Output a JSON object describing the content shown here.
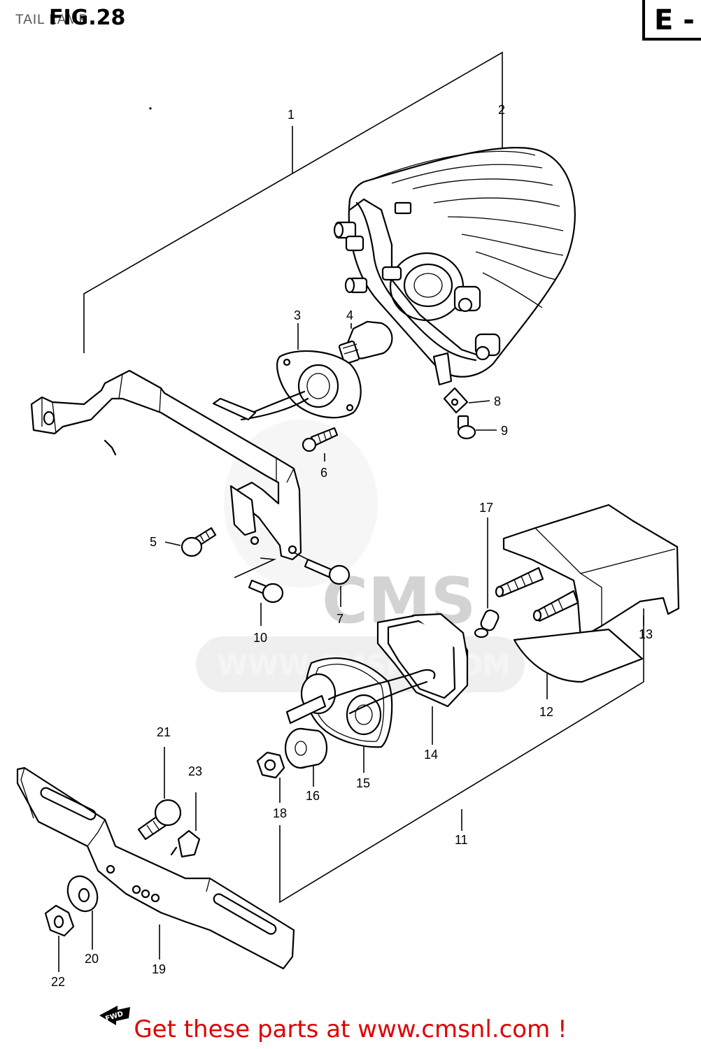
{
  "header": {
    "page_title": "TAIL LAMP",
    "figure": "FIG.28",
    "section_code": "E -"
  },
  "watermark": {
    "brand": "CMS",
    "site": "WWW.CMSNL.COM"
  },
  "badge": "FWD",
  "footer": {
    "cta": "Get these parts at www.cmsnl.com !",
    "color": "#e00000"
  },
  "callouts": [
    "1",
    "2",
    "3",
    "4",
    "5",
    "6",
    "7",
    "8",
    "9",
    "10",
    "11",
    "12",
    "13",
    "14",
    "15",
    "16",
    "17",
    "18",
    "19",
    "20",
    "21",
    "22",
    "23"
  ]
}
